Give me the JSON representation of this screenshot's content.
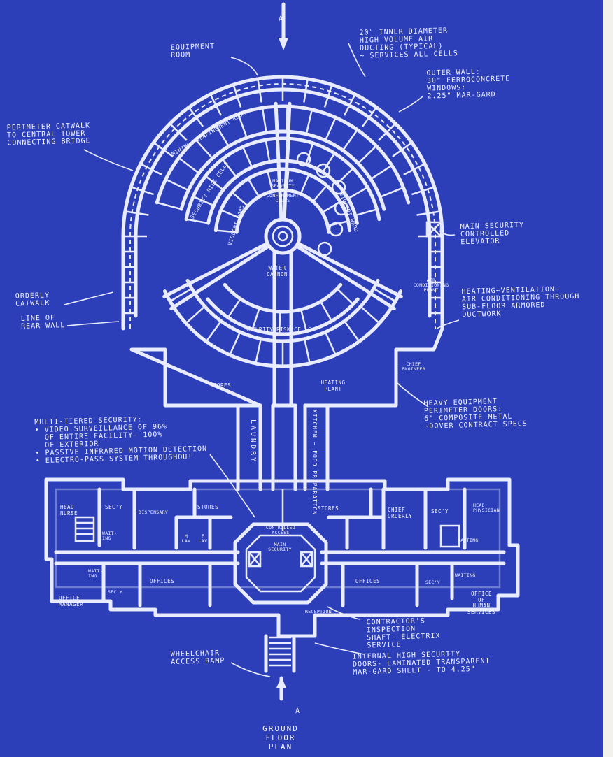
{
  "section_mark": "A",
  "section_mark_bottom": "A",
  "callouts": {
    "equipment_room": "EQUIPMENT\nROOM",
    "ducting": "20\" INNER DIAMETER\nHIGH VOLUME AIR\nDUCTING (TYPICAL)\n~ SERVICES ALL CELLS",
    "outer_wall": "OUTER WALL:\n30\" FERROCONCRETE\nWINDOWS:\n2.25\" MAR-GARD",
    "catwalk_bridge": "PERIMETER CATWALK\nTO CENTRAL TOWER\nCONNECTING BRIDGE",
    "elevator": "MAIN SECURITY\nCONTROLLED\nELEVATOR",
    "orderly_catwalk": "ORDERLY\nCATWALK",
    "rear_wall": "LINE OF\nREAR WALL",
    "hvac": "HEATING~VENTILATION~\nAIR CONDITIONING THROUGH\nSUB-FLOOR ARMORED\nDUCTWORK",
    "perimeter_doors": "HEAVY EQUIPMENT\nPERIMETER DOORS:\n6\" COMPOSITE METAL\n~DOVER CONTRACT SPECS",
    "security": "MULTI-TIERED SECURITY:\n• VIDEO SURVEILLANCE OF 96%\n  OF ENTIRE FACILITY- 100%\n  OF EXTERIOR\n• PASSIVE INFRARED MOTION DETECTION\n• ELECTRO-PASS SYSTEM THROUGHOUT",
    "contractor_shaft": "CONTRACTOR'S\nINSPECTION\nSHAFT- ELECTRIX\nSERVICE",
    "internal_doors": "INTERNAL HIGH SECURITY\nDOORS- LAMINATED TRANSPARENT\nMAR-GARD SHEET - TO 4.25\"",
    "wheelchair_ramp": "WHEELCHAIR\nACCESS RAMP",
    "plan_title": "GROUND\nFLOOR\nPLAN"
  },
  "rooms": {
    "confinement": "MINIMUM CONFINEMENT ROOMS",
    "risk_cells_top": "SECURITY RISK CELLS",
    "violent_ward_left": "VIOLENT WARD",
    "violent_ward_right": "VIOLENT WARD",
    "max_security": "MAXIMUM\nSECURITY\n~CUSTOM\nCONFINEMENT\nCELLS",
    "water_cannon": "WATER\nCANNON",
    "risk_cells_bottom": "SECURITY RISK CELLS",
    "air_plant": "AIR\nCONDITIONING\nPLANT",
    "stores_upper": "STORES",
    "heating_plant": "HEATING\nPLANT",
    "chief_engineer": "CHIEF\nENGINEER",
    "laundry": "LAUNDRY",
    "kitchen": "KITCHEN ~ FOOD PREPARATION",
    "head_nurse": "HEAD\nNURSE",
    "secy_left_top": "SEC'Y",
    "dispensary": "DISPENSARY",
    "stores_left": "STORES",
    "stores_right": "STORES",
    "chief_orderly": "CHIEF\nORDERLY",
    "secy_right_top": "SEC'Y",
    "head_physician": "HEAD\nPHYSICIAN",
    "waiting_left_top": "WAIT-\nING",
    "mlav": "M\nLAV",
    "flav": "F\nLAV",
    "control_access": "CONTROLLED\nACCESS",
    "main_security": "MAIN\nSECURITY",
    "waiting_right_top": "WAITING",
    "waiting_left_low": "WAIT-\nING",
    "offices_left": "OFFICES",
    "offices_right": "OFFICES",
    "secy_right_low": "SEC'Y",
    "waiting_right_low": "WAITING",
    "secy_left_low": "SEC'Y",
    "office_manager": "OFFICE\nMANAGER",
    "reception": "RECEPTION",
    "human_services": "OFFICE\nOF\nHUMAN\nSERVICES"
  }
}
